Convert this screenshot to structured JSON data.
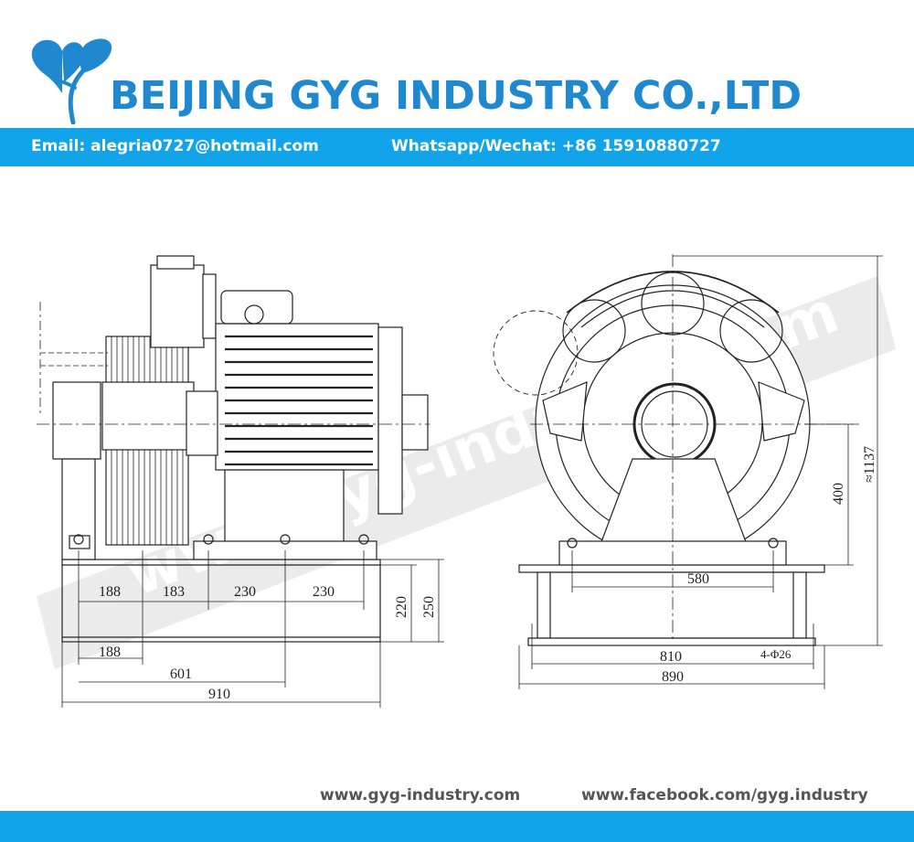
{
  "header": {
    "company": "BEIJING GYG INDUSTRY CO.,LTD",
    "email": "Email: alegria0727@hotmail.com",
    "phone": "Whatsapp/Wechat:  +86 15910880727"
  },
  "watermark": "www.gyg-industry.com",
  "drawing": {
    "side_view_dims": {
      "d188_top": "188",
      "d183": "183",
      "d230_a": "230",
      "d230_b": "230",
      "d220": "220",
      "d250": "250",
      "d188_bottom": "188",
      "d601": "601",
      "d910": "910"
    },
    "front_view_dims": {
      "d1137": "≈1137",
      "d400": "400",
      "d580": "580",
      "d810": "810",
      "holes": "4-Φ26",
      "d890": "890"
    }
  },
  "footer": {
    "website": "www.gyg-industry.com",
    "facebook": "www.facebook.com/gyg.industry"
  },
  "colors": {
    "brand_blue": "#1f88cf",
    "bar_blue": "#12a4ea"
  }
}
